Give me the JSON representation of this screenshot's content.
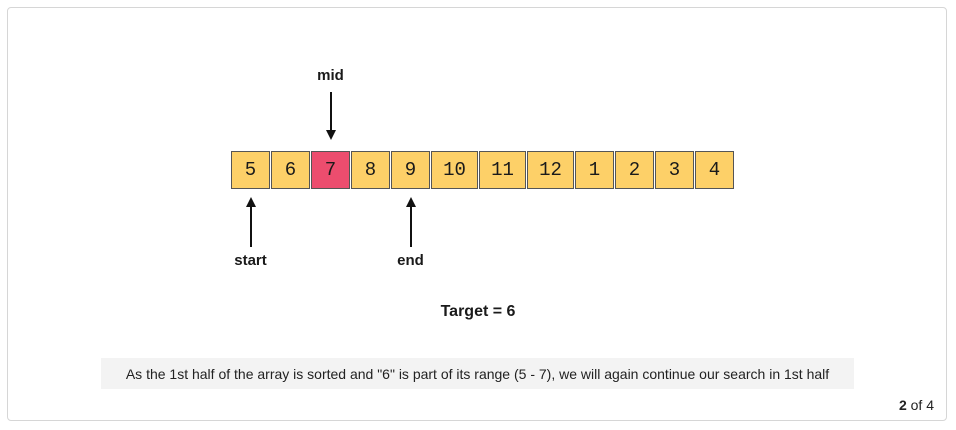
{
  "diagram": {
    "cells": [
      {
        "value": "5",
        "highlighted": false
      },
      {
        "value": "6",
        "highlighted": false
      },
      {
        "value": "7",
        "highlighted": true
      },
      {
        "value": "8",
        "highlighted": false
      },
      {
        "value": "9",
        "highlighted": false
      },
      {
        "value": "10",
        "highlighted": false
      },
      {
        "value": "11",
        "highlighted": false
      },
      {
        "value": "12",
        "highlighted": false
      },
      {
        "value": "1",
        "highlighted": false
      },
      {
        "value": "2",
        "highlighted": false
      },
      {
        "value": "3",
        "highlighted": false
      },
      {
        "value": "4",
        "highlighted": false
      }
    ],
    "pointers": {
      "mid": {
        "label": "mid",
        "index": 2
      },
      "start": {
        "label": "start",
        "index": 0
      },
      "end": {
        "label": "end",
        "index": 4
      }
    },
    "target_text": "Target = 6",
    "colors": {
      "cell": "#fdd068",
      "highlight": "#ec4d6e"
    }
  },
  "caption": "As the 1st half of the array is sorted and \"6\" is part of its range (5 - 7), we will again continue our search in 1st half",
  "pager": {
    "current": "2",
    "separator": "of",
    "total": "4"
  }
}
